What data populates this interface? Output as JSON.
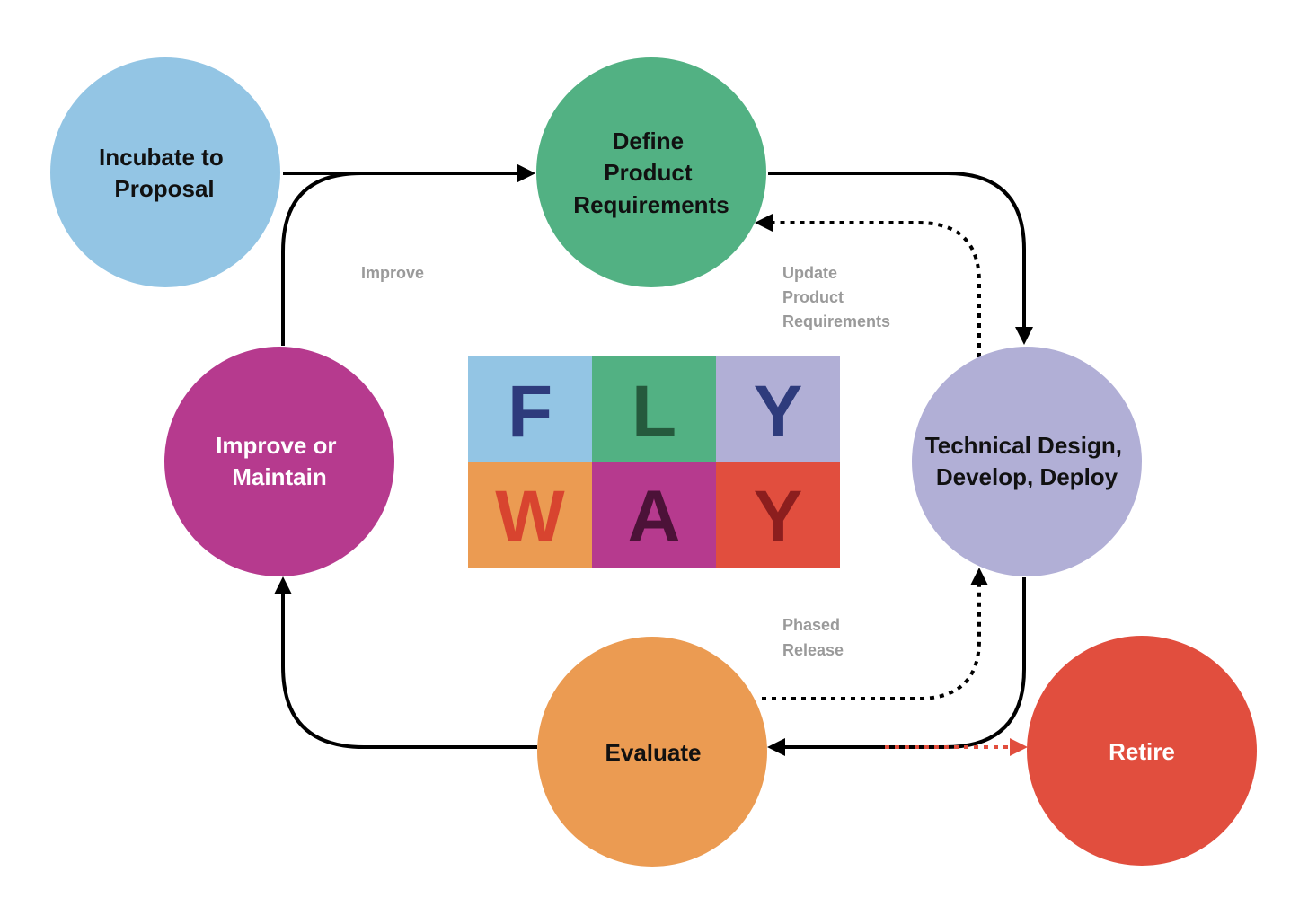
{
  "colors": {
    "incubate": "#93c5e4",
    "define": "#52b183",
    "technical": "#b1afd6",
    "improve": "#b63a8e",
    "evaluate": "#eb9b52",
    "retire": "#e14e3e",
    "arrow": "#000000",
    "retire_arrow": "#e14e3e",
    "edge_label": "#9a9a9a"
  },
  "nodes": {
    "incubate": {
      "line1": "Incubate to",
      "line2": "Proposal"
    },
    "define": {
      "line1": "Define",
      "line2": "Product",
      "line3": "Requirements"
    },
    "technical": {
      "line1": "Technical Design,",
      "line2": "Develop, Deploy"
    },
    "improve": {
      "line1": "Improve or",
      "line2": "Maintain"
    },
    "evaluate": {
      "line1": "Evaluate"
    },
    "retire": {
      "line1": "Retire"
    }
  },
  "edge_labels": {
    "improve": "Improve",
    "update_line1": "Update",
    "update_line2": "Product",
    "update_line3": "Requirements",
    "phased_line1": "Phased",
    "phased_line2": "Release"
  },
  "logo": {
    "letters": [
      "F",
      "L",
      "Y",
      "W",
      "A",
      "Y"
    ],
    "cell_colors": [
      "#93c5e4",
      "#52b183",
      "#b1afd6",
      "#eb9b52",
      "#b63a8e",
      "#e14e3e"
    ],
    "letter_colors": [
      "#2e3b7c",
      "#255a3d",
      "#2e3b7c",
      "#d8442f",
      "#4c1238",
      "#8c1e1e"
    ]
  }
}
